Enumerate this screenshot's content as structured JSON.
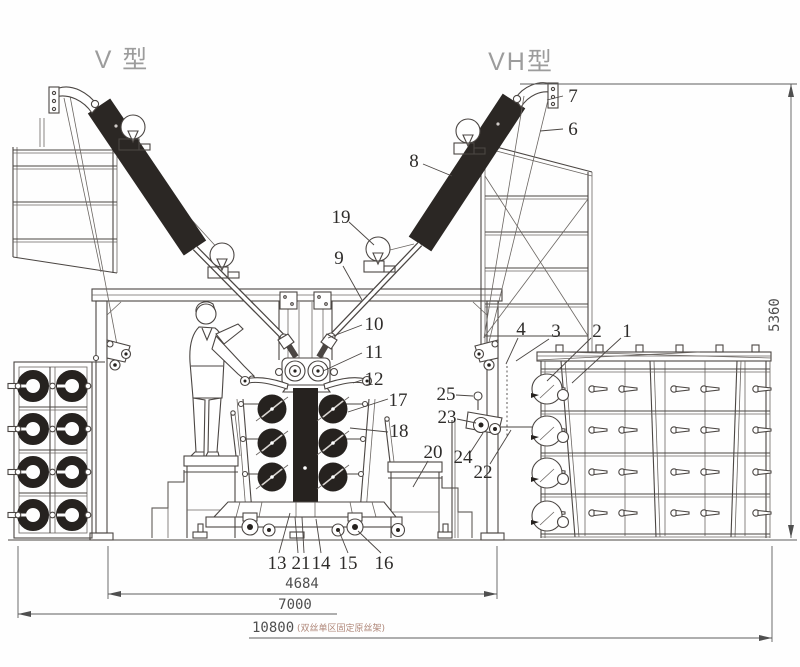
{
  "titles": {
    "left": "V 型",
    "right": "VH型"
  },
  "callouts": {
    "c1": "1",
    "c2": "2",
    "c3": "3",
    "c4": "4",
    "c6": "6",
    "c7": "7",
    "c8": "8",
    "c9": "9",
    "c10": "10",
    "c11": "11",
    "c12": "12",
    "c13": "13",
    "c14": "14",
    "c15": "15",
    "c16": "16",
    "c17": "17",
    "c18": "18",
    "c19": "19",
    "c20": "20",
    "c21": "21",
    "c22": "22",
    "c23": "23",
    "c24": "24",
    "c25": "25"
  },
  "dimensions": {
    "base_width": "4684",
    "machine_width": "7000",
    "total_width": "10800",
    "total_width_note": "(双丝单区固定原丝架)",
    "total_height": "5360"
  },
  "colors": {
    "line": "#4b4643",
    "dark_fill": "#26221f",
    "dimension_text": "#4f4f4f",
    "note_text": "#b0887a",
    "title_text": "#9c9c9c"
  }
}
